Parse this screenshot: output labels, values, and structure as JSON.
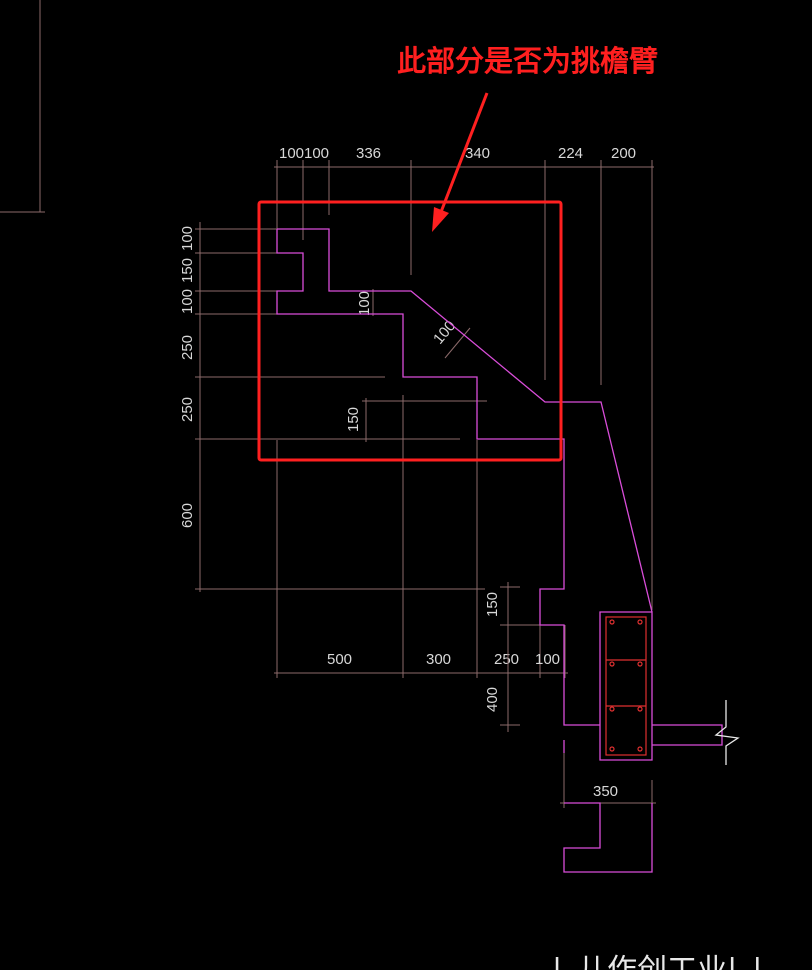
{
  "annotation": {
    "text": "此部分是否为挑檐臂",
    "color": "#ff1f1f"
  },
  "dimensions": {
    "top": [
      "100",
      "100",
      "336",
      "340",
      "224",
      "200"
    ],
    "left": [
      "100",
      "150",
      "100",
      "250",
      "250",
      "600"
    ],
    "inner": [
      "100",
      "100",
      "150"
    ],
    "bottom": [
      "500",
      "300",
      "250",
      "100"
    ],
    "right_vertical": [
      "150",
      "400"
    ],
    "beam_width": "350"
  },
  "bottom_text": "|_儿作创工业|_|",
  "colors": {
    "background": "#000000",
    "outline": "#d94dd9",
    "dimension_lines": "#8c6a6a",
    "highlight_box": "#ff2020"
  }
}
